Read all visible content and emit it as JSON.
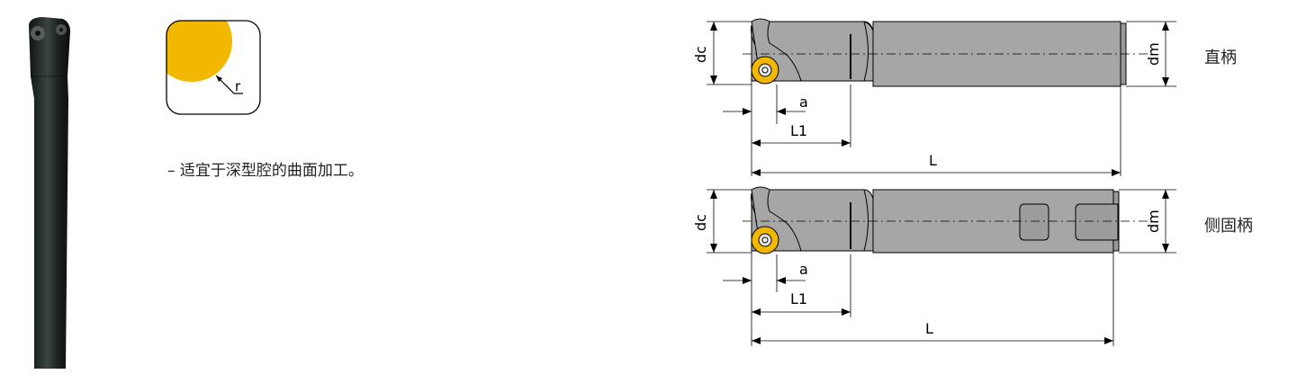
{
  "radius_symbol": {
    "label": "r",
    "insert_color": "#f2b800"
  },
  "feature_note": "– 适宜于深型腔的曲面加工。",
  "drawings": {
    "straight_shank": {
      "title": "直柄",
      "dims": {
        "dc": "dc",
        "dm": "dm",
        "a": "a",
        "L1": "L1",
        "L": "L"
      }
    },
    "side_lock_shank": {
      "title": "侧固柄",
      "dims": {
        "dc": "dc",
        "dm": "dm",
        "a": "a",
        "L1": "L1",
        "L": "L"
      }
    }
  },
  "colors": {
    "tool_body": "#1f2424",
    "shank_fill": "#a6a6a6",
    "insert": "#f2b800",
    "line": "#000000"
  }
}
